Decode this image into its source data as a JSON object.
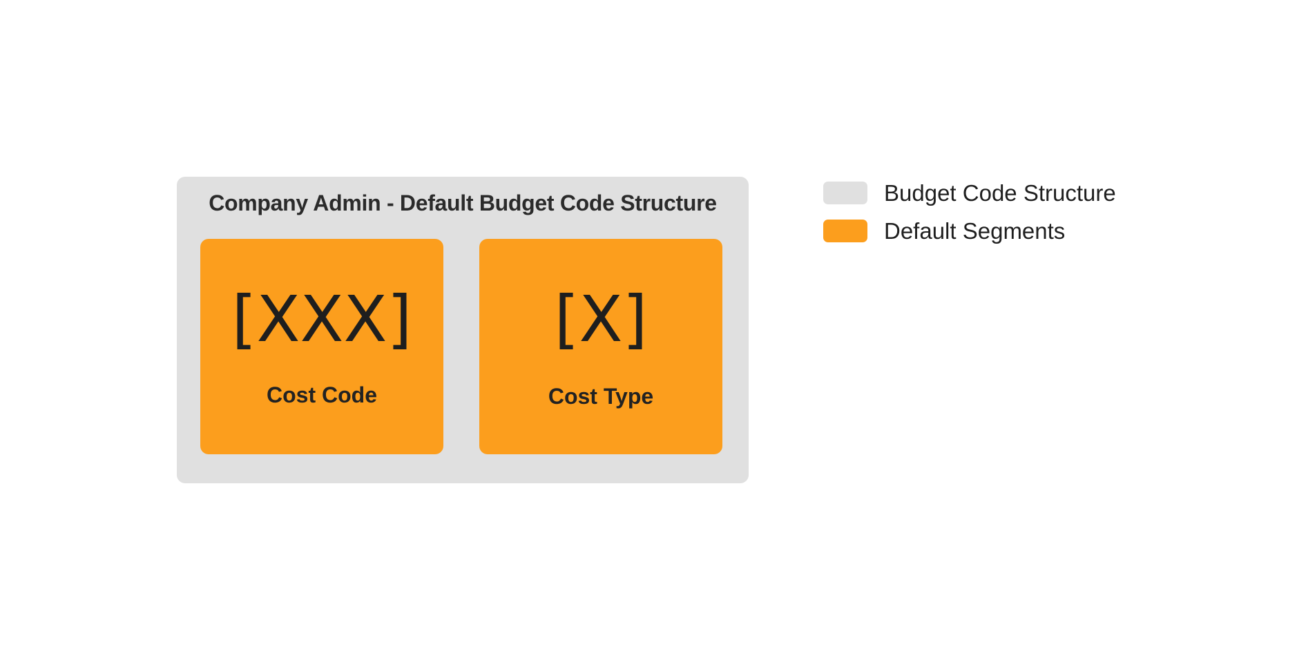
{
  "diagram": {
    "title": "Company Admin - Default Budget Code Structure",
    "segments": [
      {
        "code": "[XXX]",
        "label": "Cost Code"
      },
      {
        "code": "[X]",
        "label": "Cost Type"
      }
    ]
  },
  "legend": {
    "items": [
      {
        "label": "Budget Code Structure",
        "color": "#e0e0e0"
      },
      {
        "label": "Default Segments",
        "color": "#fc9e1d"
      }
    ]
  },
  "colors": {
    "structure": "#e0e0e0",
    "segment": "#fc9e1d",
    "text": "#232323"
  }
}
